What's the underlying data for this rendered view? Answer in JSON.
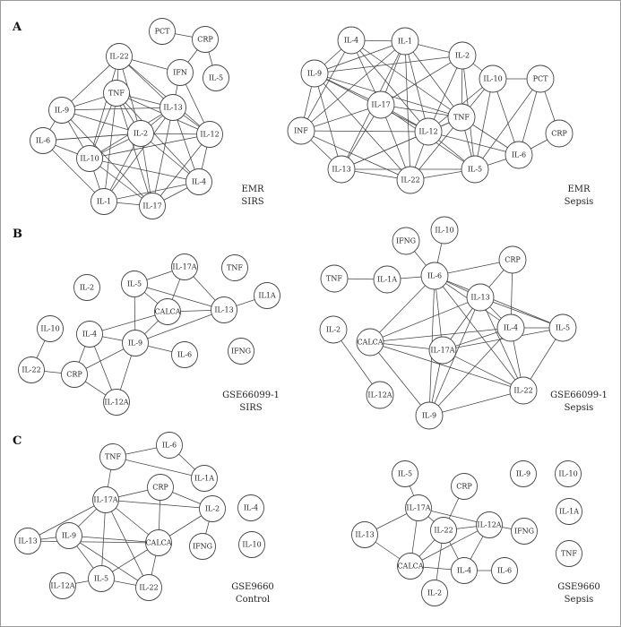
{
  "figure": {
    "sections": [
      {
        "letter": "A"
      },
      {
        "letter": "B"
      },
      {
        "letter": "C"
      }
    ],
    "panels": [
      {
        "id": "emr-sirs",
        "caption": [
          "EMR",
          "SIRS"
        ],
        "nodes": [
          "PCT",
          "CRP",
          "IL-22",
          "IFN",
          "IL-5",
          "TNF",
          "IL-9",
          "IL-13",
          "IL-2",
          "IL-12",
          "IL-6",
          "IL-10",
          "IL-4",
          "IL-1",
          "IL-17"
        ],
        "edges": [
          [
            "PCT",
            "CRP"
          ],
          [
            "CRP",
            "IFN"
          ],
          [
            "CRP",
            "IL-5"
          ],
          [
            "IL-22",
            "IFN"
          ],
          [
            "IL-22",
            "TNF"
          ],
          [
            "IL-22",
            "IL-9"
          ],
          [
            "IL-22",
            "IL-13"
          ],
          [
            "IL-22",
            "IL-12"
          ],
          [
            "IL-22",
            "IL-2"
          ],
          [
            "IL-22",
            "IL-10"
          ],
          [
            "IFN",
            "IL-12"
          ],
          [
            "IFN",
            "IL-13"
          ],
          [
            "TNF",
            "IL-9"
          ],
          [
            "TNF",
            "IL-13"
          ],
          [
            "TNF",
            "IL-2"
          ],
          [
            "TNF",
            "IL-10"
          ],
          [
            "TNF",
            "IL-12"
          ],
          [
            "TNF",
            "IL-4"
          ],
          [
            "TNF",
            "IL-1"
          ],
          [
            "TNF",
            "IL-17"
          ],
          [
            "IL-9",
            "IL-6"
          ],
          [
            "IL-9",
            "IL-10"
          ],
          [
            "IL-9",
            "IL-2"
          ],
          [
            "IL-9",
            "IL-13"
          ],
          [
            "IL-9",
            "IL-17"
          ],
          [
            "IL-13",
            "IL-2"
          ],
          [
            "IL-13",
            "IL-12"
          ],
          [
            "IL-13",
            "IL-10"
          ],
          [
            "IL-13",
            "IL-4"
          ],
          [
            "IL-13",
            "IL-17"
          ],
          [
            "IL-13",
            "IL-1"
          ],
          [
            "IL-2",
            "IL-12"
          ],
          [
            "IL-2",
            "IL-10"
          ],
          [
            "IL-2",
            "IL-4"
          ],
          [
            "IL-2",
            "IL-1"
          ],
          [
            "IL-2",
            "IL-17"
          ],
          [
            "IL-2",
            "IL-6"
          ],
          [
            "IL-12",
            "IL-4"
          ],
          [
            "IL-12",
            "IL-17"
          ],
          [
            "IL-12",
            "IL-10"
          ],
          [
            "IL-6",
            "IL-10"
          ],
          [
            "IL-6",
            "IL-1"
          ],
          [
            "IL-10",
            "IL-1"
          ],
          [
            "IL-10",
            "IL-17"
          ],
          [
            "IL-10",
            "IL-4"
          ],
          [
            "IL-1",
            "IL-17"
          ],
          [
            "IL-1",
            "IL-4"
          ],
          [
            "IL-17",
            "IL-4"
          ],
          [
            "IL-6",
            "IL-2"
          ]
        ]
      },
      {
        "id": "emr-sepsis",
        "caption": [
          "EMR",
          "Sepsis"
        ],
        "nodes": [
          "IL-4",
          "IL-1",
          "IL-2",
          "IL-9",
          "IL-10",
          "PCT",
          "IL-17",
          "TNF",
          "INF",
          "IL-12",
          "CRP",
          "IL-6",
          "IL-13",
          "IL-22",
          "IL-5"
        ],
        "edges": [
          [
            "IL-4",
            "IL-1"
          ],
          [
            "IL-4",
            "IL-9"
          ],
          [
            "IL-4",
            "IL-17"
          ],
          [
            "IL-4",
            "IL-12"
          ],
          [
            "IL-4",
            "TNF"
          ],
          [
            "IL-4",
            "INF"
          ],
          [
            "IL-1",
            "IL-2"
          ],
          [
            "IL-1",
            "IL-9"
          ],
          [
            "IL-1",
            "IL-17"
          ],
          [
            "IL-1",
            "IL-12"
          ],
          [
            "IL-1",
            "TNF"
          ],
          [
            "IL-1",
            "IL-13"
          ],
          [
            "IL-1",
            "IL-22"
          ],
          [
            "IL-1",
            "INF"
          ],
          [
            "IL-2",
            "IL-10"
          ],
          [
            "IL-2",
            "IL-17"
          ],
          [
            "IL-2",
            "IL-12"
          ],
          [
            "IL-2",
            "TNF"
          ],
          [
            "IL-2",
            "IL-5"
          ],
          [
            "IL-2",
            "IL-9"
          ],
          [
            "IL-9",
            "INF"
          ],
          [
            "IL-9",
            "IL-17"
          ],
          [
            "IL-9",
            "IL-12"
          ],
          [
            "IL-9",
            "TNF"
          ],
          [
            "IL-9",
            "IL-13"
          ],
          [
            "IL-9",
            "IL-22"
          ],
          [
            "IL-10",
            "PCT"
          ],
          [
            "IL-10",
            "TNF"
          ],
          [
            "IL-10",
            "IL-12"
          ],
          [
            "IL-10",
            "IL-6"
          ],
          [
            "IL-10",
            "IL-5"
          ],
          [
            "PCT",
            "CRP"
          ],
          [
            "PCT",
            "IL-6"
          ],
          [
            "PCT",
            "IL-5"
          ],
          [
            "IL-17",
            "INF"
          ],
          [
            "IL-17",
            "IL-12"
          ],
          [
            "IL-17",
            "TNF"
          ],
          [
            "IL-17",
            "IL-13"
          ],
          [
            "IL-17",
            "IL-22"
          ],
          [
            "IL-17",
            "IL-5"
          ],
          [
            "TNF",
            "IL-12"
          ],
          [
            "TNF",
            "IL-13"
          ],
          [
            "TNF",
            "IL-22"
          ],
          [
            "TNF",
            "IL-5"
          ],
          [
            "TNF",
            "IL-6"
          ],
          [
            "INF",
            "IL-13"
          ],
          [
            "INF",
            "IL-22"
          ],
          [
            "INF",
            "IL-12"
          ],
          [
            "IL-12",
            "IL-13"
          ],
          [
            "IL-12",
            "IL-22"
          ],
          [
            "IL-12",
            "IL-5"
          ],
          [
            "IL-12",
            "IL-6"
          ],
          [
            "CRP",
            "IL-6"
          ],
          [
            "IL-6",
            "IL-5"
          ],
          [
            "IL-13",
            "IL-22"
          ],
          [
            "IL-13",
            "IL-5"
          ],
          [
            "IL-22",
            "IL-5"
          ]
        ]
      },
      {
        "id": "gse66099-sirs",
        "caption": [
          "GSE66099-1",
          "SIRS"
        ],
        "nodes": [
          "IL-2",
          "IL-17A",
          "TNF",
          "IL-5",
          "IL1A",
          "CALCA",
          "IL-13",
          "IL-10",
          "IL-4",
          "IL-9",
          "IL-6",
          "IFNG",
          "IL-22",
          "CRP",
          "IL-12A"
        ],
        "edges": [
          [
            "IL-17A",
            "IL-5"
          ],
          [
            "IL-17A",
            "CALCA"
          ],
          [
            "IL-17A",
            "IL-13"
          ],
          [
            "IL-5",
            "CALCA"
          ],
          [
            "IL-5",
            "IL-13"
          ],
          [
            "IL-5",
            "IL-9"
          ],
          [
            "CALCA",
            "IL-13"
          ],
          [
            "CALCA",
            "IL-9"
          ],
          [
            "CALCA",
            "IL-4"
          ],
          [
            "IL-13",
            "IL1A"
          ],
          [
            "IL-13",
            "IL-9"
          ],
          [
            "IL-4",
            "IL-9"
          ],
          [
            "IL-4",
            "CRP"
          ],
          [
            "IL-4",
            "IL-12A"
          ],
          [
            "IL-9",
            "IL-6"
          ],
          [
            "IL-9",
            "CRP"
          ],
          [
            "IL-9",
            "IL-12A"
          ],
          [
            "IL-10",
            "IL-22"
          ],
          [
            "IL-22",
            "CRP"
          ],
          [
            "CRP",
            "IL-12A"
          ]
        ]
      },
      {
        "id": "gse66099-sepsis",
        "caption": [
          "GSE66099-1",
          "Sepsis"
        ],
        "nodes": [
          "IFNG",
          "IL-10",
          "CRP",
          "TNF",
          "IL-1A",
          "IL-6",
          "IL-13",
          "IL-2",
          "CALCA",
          "IL-4",
          "IL-5",
          "IL-17A",
          "IL-12A",
          "IL-22",
          "IL-9"
        ],
        "edges": [
          [
            "IFNG",
            "IL-6"
          ],
          [
            "IL-10",
            "IL-6"
          ],
          [
            "TNF",
            "IL-1A"
          ],
          [
            "IL-1A",
            "IL-6"
          ],
          [
            "IL-6",
            "CRP"
          ],
          [
            "IL-6",
            "IL-13"
          ],
          [
            "IL-6",
            "CALCA"
          ],
          [
            "IL-6",
            "IL-4"
          ],
          [
            "IL-6",
            "IL-5"
          ],
          [
            "IL-6",
            "IL-17A"
          ],
          [
            "IL-6",
            "IL-22"
          ],
          [
            "IL-6",
            "IL-9"
          ],
          [
            "CRP",
            "IL-13"
          ],
          [
            "CRP",
            "IL-4"
          ],
          [
            "IL-13",
            "CALCA"
          ],
          [
            "IL-13",
            "IL-4"
          ],
          [
            "IL-13",
            "IL-5"
          ],
          [
            "IL-13",
            "IL-17A"
          ],
          [
            "IL-13",
            "IL-22"
          ],
          [
            "IL-13",
            "IL-9"
          ],
          [
            "CALCA",
            "IL-4"
          ],
          [
            "CALCA",
            "IL-17A"
          ],
          [
            "CALCA",
            "IL-22"
          ],
          [
            "CALCA",
            "IL-9"
          ],
          [
            "IL-4",
            "IL-5"
          ],
          [
            "IL-4",
            "IL-17A"
          ],
          [
            "IL-4",
            "IL-22"
          ],
          [
            "IL-4",
            "IL-9"
          ],
          [
            "IL-5",
            "IL-17A"
          ],
          [
            "IL-5",
            "IL-22"
          ],
          [
            "IL-17A",
            "IL-22"
          ],
          [
            "IL-17A",
            "IL-9"
          ],
          [
            "IL-22",
            "IL-9"
          ],
          [
            "IL-2",
            "IL-12A"
          ]
        ]
      },
      {
        "id": "gse9660-control",
        "caption": [
          "GSE9660",
          "Control"
        ],
        "nodes": [
          "TNF",
          "IL-6",
          "IL-1A",
          "IL-17A",
          "CRP",
          "IL-2",
          "IL-4",
          "IL-13",
          "IL-9",
          "CALCA",
          "IFNG",
          "IL-10",
          "IL-12A",
          "IL-5",
          "IL-22"
        ],
        "edges": [
          [
            "TNF",
            "IL-6"
          ],
          [
            "TNF",
            "IL-17A"
          ],
          [
            "TNF",
            "IL-1A"
          ],
          [
            "IL-6",
            "IL-1A"
          ],
          [
            "IL-17A",
            "CRP"
          ],
          [
            "IL-17A",
            "IL-2"
          ],
          [
            "IL-17A",
            "IL-9"
          ],
          [
            "IL-17A",
            "CALCA"
          ],
          [
            "IL-17A",
            "IL-13"
          ],
          [
            "IL-17A",
            "IL-5"
          ],
          [
            "IL-17A",
            "IL-22"
          ],
          [
            "CRP",
            "CALCA"
          ],
          [
            "CRP",
            "IL-2"
          ],
          [
            "IL-2",
            "CALCA"
          ],
          [
            "IL-2",
            "IFNG"
          ],
          [
            "IL-13",
            "IL-9"
          ],
          [
            "IL-9",
            "CALCA"
          ],
          [
            "IL-9",
            "IL-5"
          ],
          [
            "IL-9",
            "IL-22"
          ],
          [
            "IL-13",
            "CALCA"
          ],
          [
            "CALCA",
            "IL-5"
          ],
          [
            "CALCA",
            "IL-22"
          ],
          [
            "IL-12A",
            "IL-5"
          ],
          [
            "IL-5",
            "IL-22"
          ]
        ]
      },
      {
        "id": "gse9660-sepsis",
        "caption": [
          "GSE9660",
          "Sepsis"
        ],
        "nodes": [
          "IL-5",
          "CRP",
          "IL-9",
          "IL-10",
          "IL-17A",
          "IL-1A",
          "IL-12A",
          "IFNG",
          "IL-13",
          "IL-22",
          "TNF",
          "CALCA",
          "IL-4",
          "IL-6",
          "IL-2"
        ],
        "edges": [
          [
            "IL-5",
            "IL-17A"
          ],
          [
            "CRP",
            "IL-22"
          ],
          [
            "IL-17A",
            "IL-12A"
          ],
          [
            "IL-17A",
            "IL-22"
          ],
          [
            "IL-17A",
            "IL-13"
          ],
          [
            "IL-17A",
            "CALCA"
          ],
          [
            "IL-12A",
            "IFNG"
          ],
          [
            "IL-12A",
            "IL-22"
          ],
          [
            "IL-12A",
            "IL-4"
          ],
          [
            "IL-12A",
            "CALCA"
          ],
          [
            "IL-22",
            "CALCA"
          ],
          [
            "IL-22",
            "IL-4"
          ],
          [
            "IL-22",
            "IL-2"
          ],
          [
            "IL-13",
            "CALCA"
          ],
          [
            "CALCA",
            "IL-4"
          ],
          [
            "IL-4",
            "IL-6"
          ]
        ]
      }
    ]
  }
}
